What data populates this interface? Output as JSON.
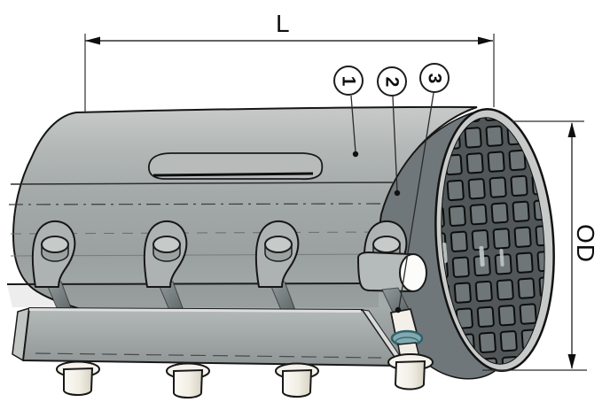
{
  "diagram": {
    "dimensions": {
      "length_label": "L",
      "outer_diameter_label": "OD"
    },
    "callouts": [
      {
        "number": "1"
      },
      {
        "number": "2"
      },
      {
        "number": "3"
      }
    ],
    "colors": {
      "outline": "#1a1a1a",
      "shell_gray": "#a4aaa9",
      "gasket_dark_gray": "#70777a",
      "liner_grid_gray": "#6e7678",
      "liner_background": "#4f5557",
      "ring_light_gray": "#c7cac9",
      "bolt_white": "#f2f0e8",
      "washer_teal": "#80aab0",
      "background": "#ffffff"
    }
  }
}
